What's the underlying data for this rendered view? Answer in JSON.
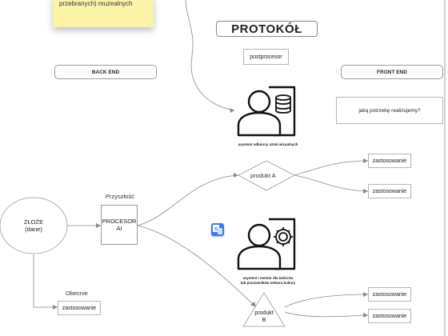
{
  "sticky_note": {
    "text": "przebranych) muzealnych"
  },
  "protocol": {
    "title": "PROTOKÓŁ"
  },
  "postprocessor": {
    "label": "postprocesor"
  },
  "back_end": {
    "label": "BACK END"
  },
  "front_end": {
    "label": "FRONT END"
  },
  "need_question": {
    "label": "jaką potrzebę realizujemy?"
  },
  "assistant_a": {
    "caption": "asystent odbiorcy sztuk wizualnych"
  },
  "product_a": {
    "label": "produkt A"
  },
  "future_label": "Przyszłość",
  "processor": {
    "line1": "PROCESOR",
    "line2": "AI"
  },
  "deposits": {
    "line1": "ZŁOŻE",
    "line2": "(dane)"
  },
  "now_label": "Obecnie",
  "application_label": "zastosowanie",
  "assistant_b": {
    "caption_line1": "asystent i mentor dla twórców",
    "caption_line2": "lub pracowników sektora kultury"
  },
  "product_b": {
    "line1": "produkt",
    "line2": "B"
  },
  "icons": {
    "doc_person": "person-document-icon",
    "gear_person": "person-gear-icon",
    "translate": "translate-icon"
  }
}
